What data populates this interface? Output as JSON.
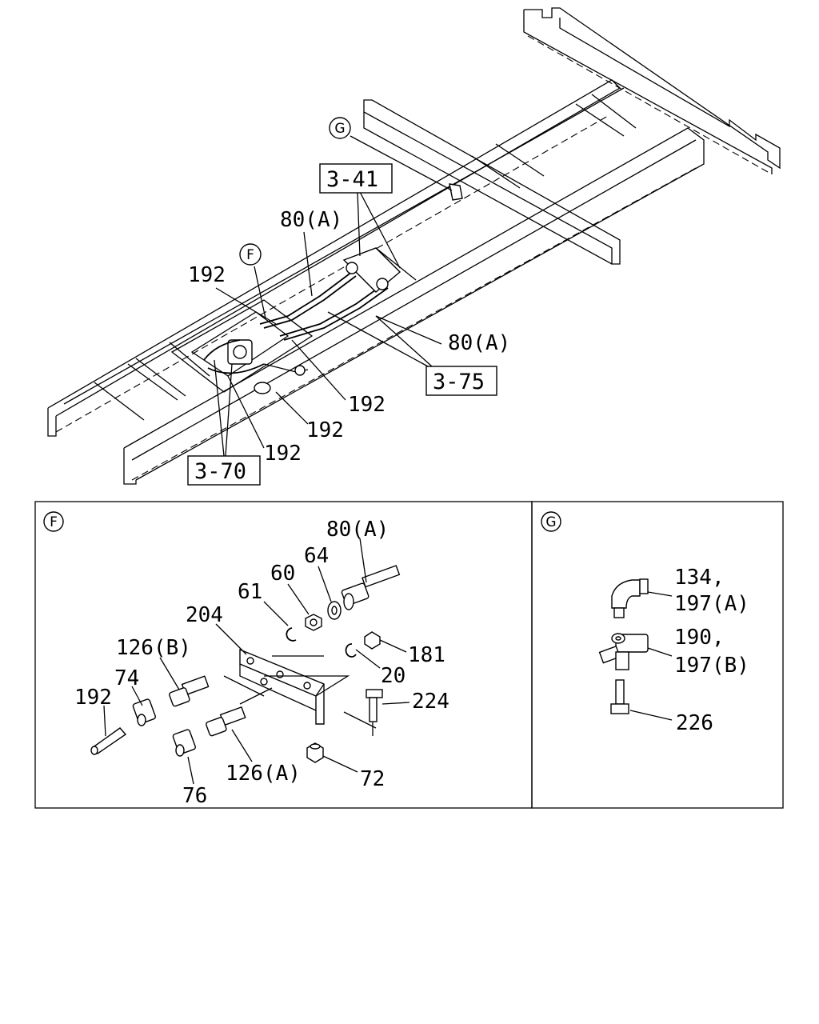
{
  "callouts": {
    "circle_g": "G",
    "circle_f": "F",
    "ref_3_41": "3-41",
    "ref_3_75": "3-75",
    "ref_3_70": "3-70",
    "lbl_80a_top": "80(A)",
    "lbl_80a_right": "80(A)",
    "lbl_192_a": "192",
    "lbl_192_b": "192",
    "lbl_192_c": "192",
    "lbl_192_d": "192"
  },
  "detail_f": {
    "circle": "F",
    "labels": {
      "p80a": "80(A)",
      "p64": "64",
      "p60": "60",
      "p61": "61",
      "p204": "204",
      "p126b": "126(B)",
      "p74": "74",
      "p192": "192",
      "p181": "181",
      "p20": "20",
      "p224": "224",
      "p72": "72",
      "p126a": "126(A)",
      "p76": "76"
    }
  },
  "detail_g": {
    "circle": "G",
    "labels": {
      "p134": "134,",
      "p197a": "197(A)",
      "p190": "190,",
      "p197b": "197(B)",
      "p226": "226"
    }
  }
}
